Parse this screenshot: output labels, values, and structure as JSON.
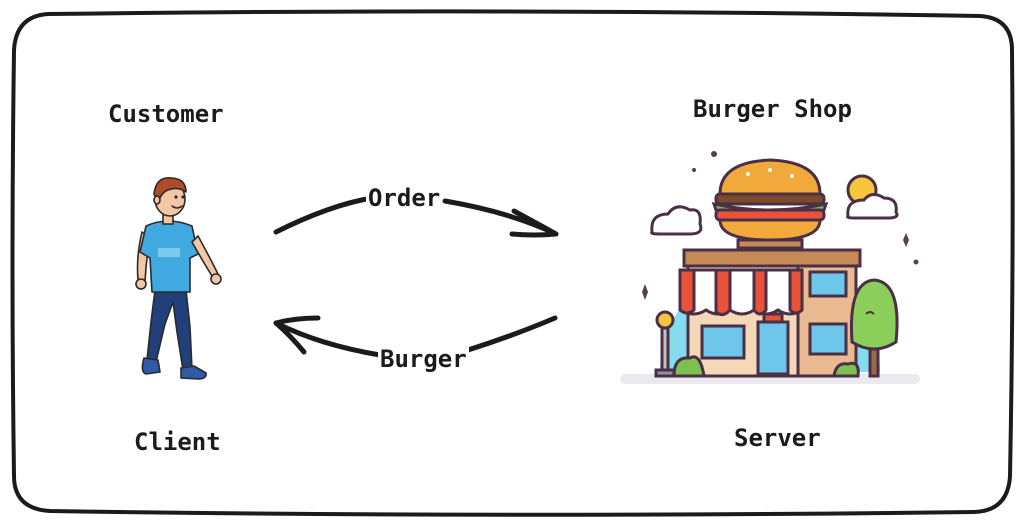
{
  "diagram": {
    "nodes": {
      "customer": {
        "title": "Customer",
        "role": "Client",
        "icon": "walking-person-icon"
      },
      "shop": {
        "title": "Burger Shop",
        "role": "Server",
        "icon": "burger-shop-building-icon"
      }
    },
    "edges": {
      "request": {
        "label": "Order",
        "from": "Customer",
        "to": "Burger Shop"
      },
      "response": {
        "label": "Burger",
        "from": "Burger Shop",
        "to": "Customer"
      }
    }
  },
  "colors": {
    "outline": "#1b1b1b",
    "shirt": "#3fa9e0",
    "pants": "#21407a",
    "awning_red": "#e8533a",
    "sky": "#86dcef",
    "burger_bun": "#f2a93b"
  }
}
